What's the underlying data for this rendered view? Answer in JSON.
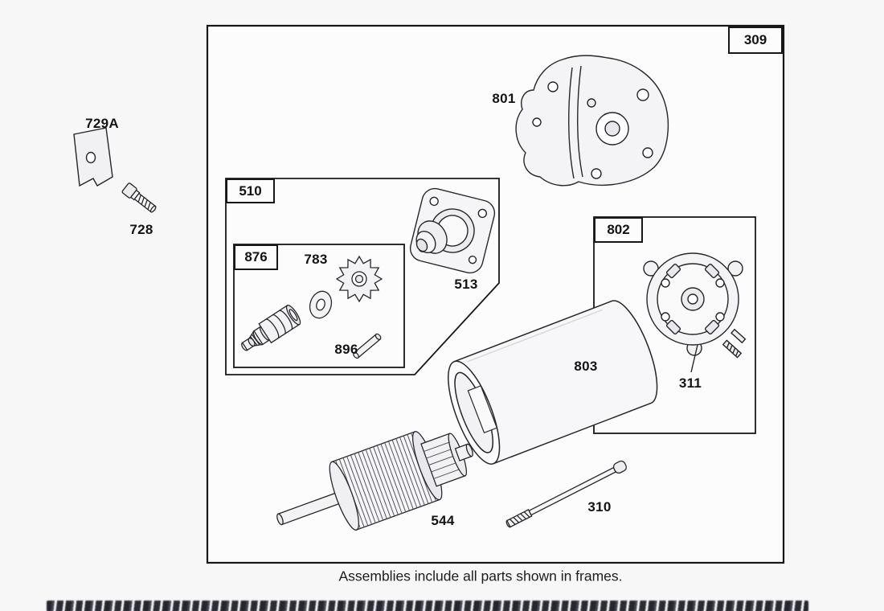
{
  "diagram": {
    "caption": "Assemblies include all parts shown in frames.",
    "frames": {
      "main": "309",
      "drive_assembly": "510",
      "gear_kit": "876",
      "end_cap_assembly": "802"
    },
    "parts": {
      "bracket": "729A",
      "bolt_small": "728",
      "gear_cover": "801",
      "pinion_gear": "783",
      "roll_pin": "896",
      "drive_end_cap": "513",
      "housing": "803",
      "brush_end_cap": "311",
      "armature": "544",
      "through_bolt": "310"
    }
  }
}
